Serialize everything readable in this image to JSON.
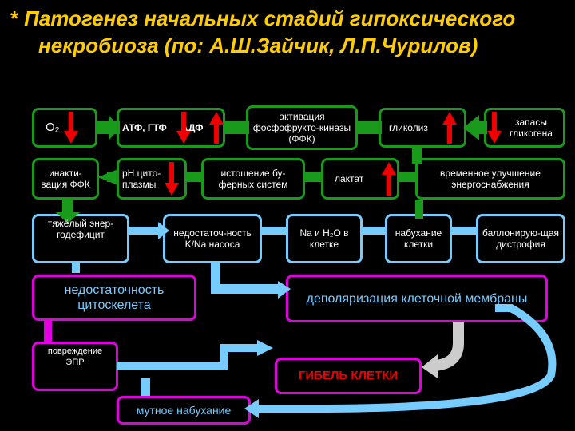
{
  "title": {
    "star": "*",
    "line1": "Патогенез начальных стадий гипоксического",
    "line2": "некробиоза (по: А.Ш.Зайчик, Л.П.Чурилов)"
  },
  "nodes": {
    "o2": "O₂",
    "atp": "АТФ, ГТФ",
    "adp": "АДФ",
    "pfk_activation": "активация фосфофрукто-киназы (ФФК)",
    "glycolysis": "гликолиз",
    "glycogen": "запасы гликогена",
    "pfk_inactivation": "инакти-вация ФФК",
    "ph": "pH цито-плазмы",
    "buffer_depletion": "истощение бу-ферных систем",
    "lactate": "лактат",
    "energy_improvement": "временное улучшение энергоснабжения",
    "energy_deficit": "тяжёлый энер-годефицит",
    "kna_pump": "недостаточ-ность K/Na насоса",
    "na_h2o": "Na и H₂O в клетке",
    "swelling": "набухание клетки",
    "balloon": "баллонирую-щая дистрофия",
    "cytoskeleton": "недостаточность цитоскелета",
    "depolarization": "деполяризация клеточной мембраны",
    "epr": "повреждение ЭПР",
    "death": "ГИБЕЛЬ КЛЕТКИ",
    "cloudy": "мутное набухание"
  },
  "colors": {
    "title": "#ffcc00",
    "green": "#1a9a1a",
    "cyan": "#77ccff",
    "magenta": "#e000e0",
    "red": "#e00000"
  }
}
